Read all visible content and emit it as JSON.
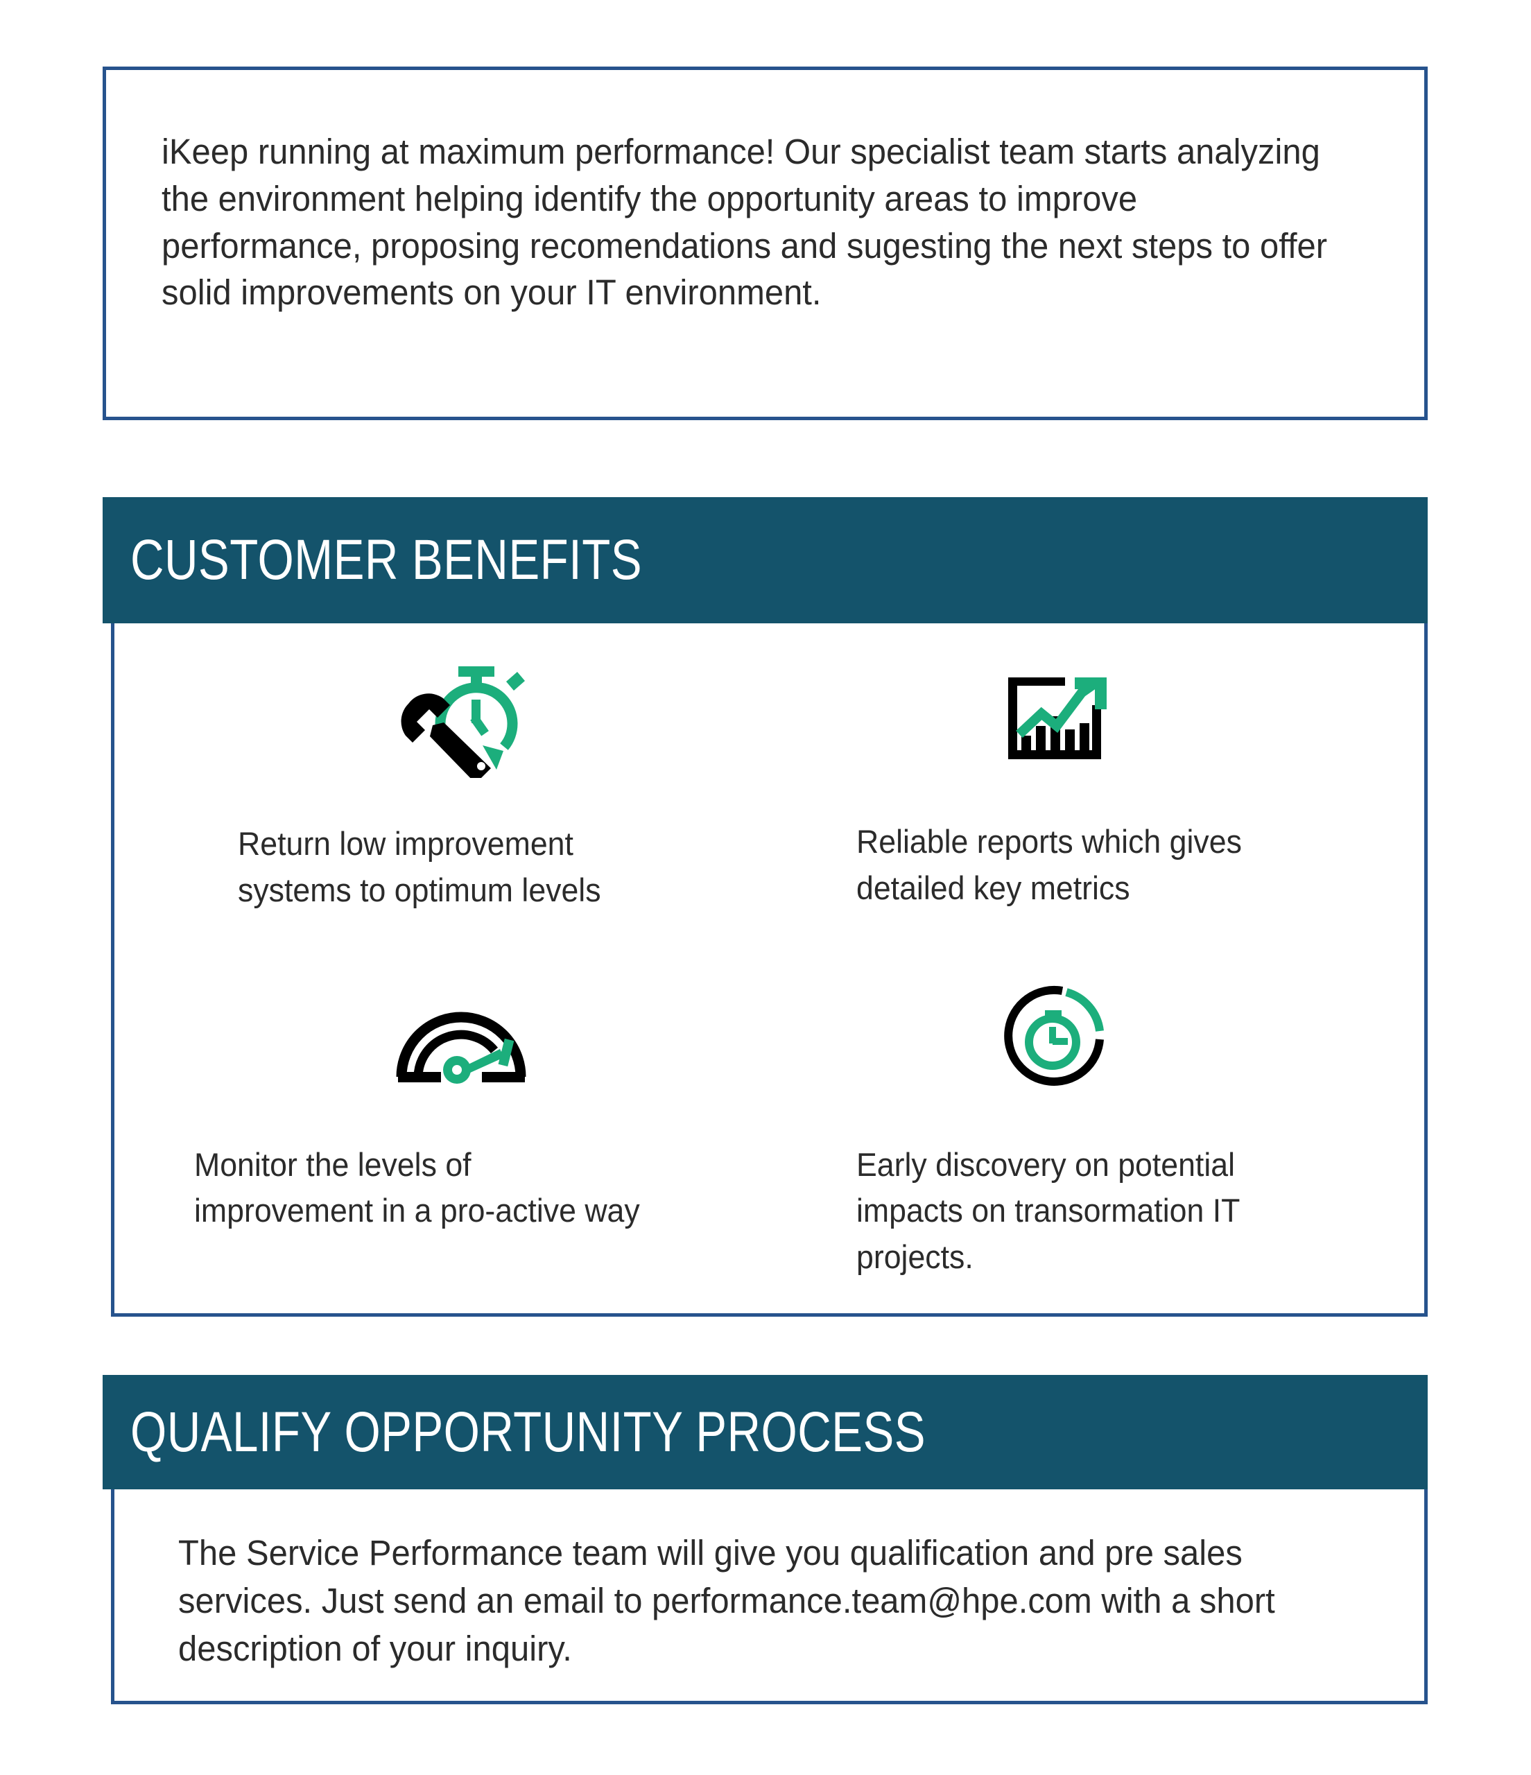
{
  "colors": {
    "border_blue": "#27538d",
    "banner_teal": "#14536b",
    "accent_green": "#1cae7c",
    "icon_black": "#000000",
    "text": "#2b2b2b",
    "background": "#ffffff"
  },
  "intro": {
    "paragraph": "iKeep running at maximum performance! Our specialist team starts analyzing the environment helping identify the opportunity areas to improve performance, proposing recomendations and sugesting the next steps to offer solid improvements on your IT environment."
  },
  "benefits": {
    "banner_title": "CUSTOMER BENEFITS",
    "items": [
      {
        "icon": "wrench-stopwatch-icon",
        "text": "Return low improvement systems to optimum levels"
      },
      {
        "icon": "growth-chart-icon",
        "text": "Reliable reports which gives detailed key metrics"
      },
      {
        "icon": "speedometer-gauge-icon",
        "text": "Monitor the levels of improvement in a pro-active way"
      },
      {
        "icon": "stopwatch-ring-icon",
        "text": "Early discovery on potential impacts on transormation IT projects."
      }
    ]
  },
  "qualify": {
    "banner_title": "QUALIFY OPPORTUNITY PROCESS",
    "paragraph": "The Service Performance team will give you qualification and pre sales services. Just send an email to performance.team@hpe.com with a short description of your inquiry.",
    "email": "performance.team@hpe.com"
  }
}
